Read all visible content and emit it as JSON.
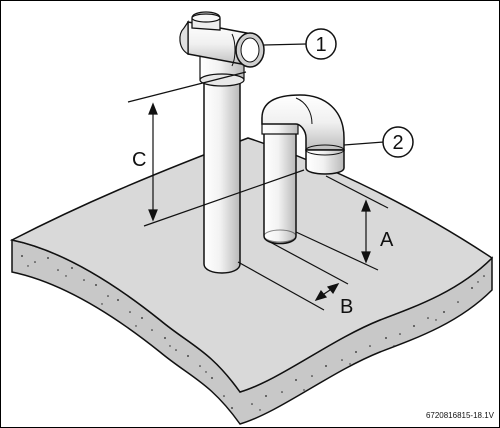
{
  "figure": {
    "callouts": [
      {
        "id": "callout-1",
        "text": "1"
      },
      {
        "id": "callout-2",
        "text": "2"
      }
    ],
    "dimensions": [
      {
        "id": "dim-c",
        "text": "C"
      },
      {
        "id": "dim-a",
        "text": "A"
      },
      {
        "id": "dim-b",
        "text": "B"
      }
    ],
    "figure_code": "6720816815-18.1V"
  }
}
